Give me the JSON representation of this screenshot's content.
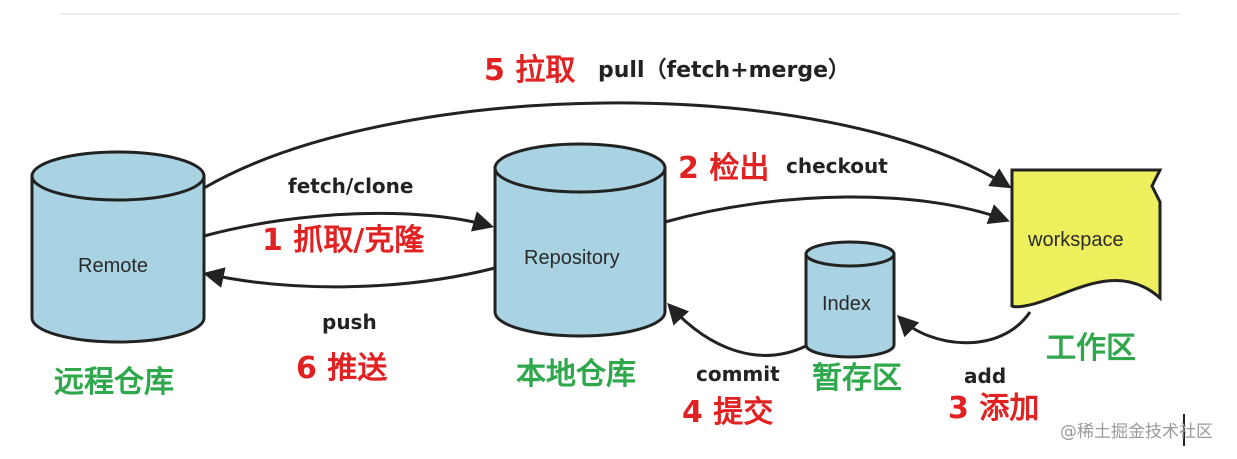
{
  "nodes": {
    "remote": "Remote",
    "repository": "Repository",
    "index": "Index",
    "workspace": "workspace"
  },
  "areas": {
    "remote": "远程仓库",
    "local": "本地仓库",
    "staging": "暂存区",
    "work": "工作区"
  },
  "steps": {
    "pull": {
      "label": "5 拉取",
      "command": "pull（fetch+merge）"
    },
    "fetch": {
      "label": "1 抓取/克隆",
      "command": "fetch/clone"
    },
    "checkout": {
      "label": "2 检出",
      "command": "checkout"
    },
    "push": {
      "label": "6 推送",
      "command": "push"
    },
    "commit": {
      "label": "4 提交",
      "command": "commit"
    },
    "add": {
      "label": "3 添加",
      "command": "add"
    }
  },
  "watermark": "@稀土掘金技术社区",
  "colors": {
    "cylinder_fill": "#a9d3e3",
    "workspace_fill": "#eeef5c",
    "step_red": "#e02222",
    "area_green": "#2ea84b"
  }
}
